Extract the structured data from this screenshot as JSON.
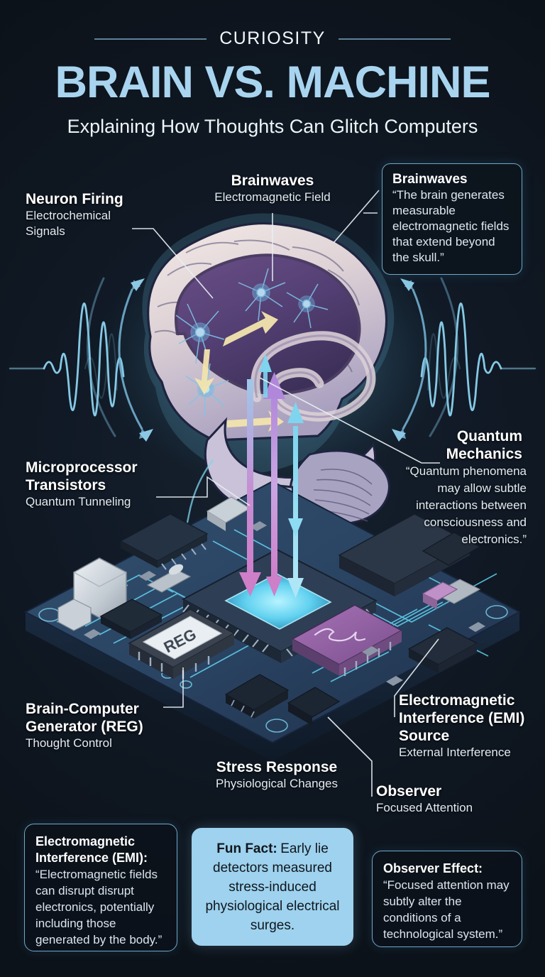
{
  "header": {
    "kicker": "CURIOSITY",
    "title": "BRAIN VS. MACHINE",
    "subtitle": "Explaining How Thoughts Can Glitch Computers",
    "accent_color": "#a8d4ef",
    "line_color": "#6d93ad"
  },
  "background_color": "#0d141c",
  "labels": {
    "neuron_firing": {
      "title": "Neuron Firing",
      "subtitle": "Electrochemical\nSignals",
      "sub_line1": "Electrochemical",
      "sub_line2": "Signals"
    },
    "brainwaves": {
      "title": "Brainwaves",
      "subtitle": "Electromagnetic Field"
    },
    "microprocessor": {
      "title_line1": "Microprocessor",
      "title_line2": "Transistors",
      "subtitle": "Quantum Tunneling"
    },
    "quantum": {
      "title_line1": "Quantum",
      "title_line2": "Mechanics"
    },
    "reg": {
      "title_line1": "Brain-Computer",
      "title_line2": "Generator (REG)",
      "subtitle": "Thought Control"
    },
    "emi_source": {
      "title_line1": "Electromagnetic",
      "title_line2": "Interference (EMI)",
      "title_line3": "Source",
      "subtitle": "External Interference"
    },
    "stress": {
      "title": "Stress Response",
      "subtitle": "Physiological Changes"
    },
    "observer": {
      "title": "Observer",
      "subtitle": "Focused Attention"
    }
  },
  "callouts": {
    "brainwaves": {
      "title": "Brainwaves",
      "body": "“The brain generates measurable electromagnetic fields that extend beyond the skull.”"
    },
    "quantum": {
      "body": "“Quantum phenomena may allow subtle interactions between consciousness and electronics.”"
    }
  },
  "bottom_boxes": [
    {
      "title": "Electromagnetic Interference (EMI):",
      "body": "“Electromagnetic fields can disrupt disrupt electronics, potentially including those generated by the body.”",
      "style": "dark"
    },
    {
      "title": "Fun Fact:",
      "body": "Early lie detectors measured stress-induced physiological electrical surges.",
      "style": "accent",
      "accent_color": "#9ed2ee"
    },
    {
      "title": "Observer Effect:",
      "body": "“Focused attention may subtly alter the conditions of a technological system.”",
      "style": "dark"
    }
  ],
  "illustration": {
    "chip_label": "REG",
    "arrow_colors": {
      "down_magenta": "#c77ec9",
      "up_violet": "#b08ad8",
      "up_cyan": "#7fd4ee",
      "down_cyan": "#7fd4ee"
    },
    "wave_color": "#8cd3ef",
    "board_color": "#2a4260",
    "trace_color": "#63d8f5",
    "brain_cortex_color": "#e8ddd9",
    "brain_inner_color": "#5e4a7d",
    "neuron_color": "#7fc4e8",
    "emi_chip_color": "#9c6aa8"
  }
}
